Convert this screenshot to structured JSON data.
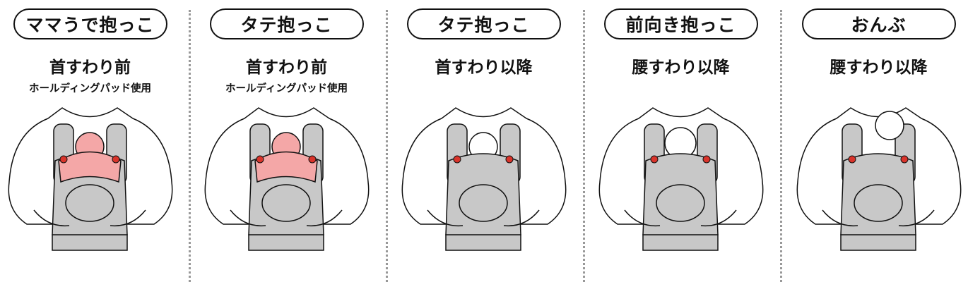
{
  "colors": {
    "carrier": "#c8c8c8",
    "accent": "#f4a7a7",
    "buckle": "#d9342b",
    "outline": "#111111"
  },
  "positions": [
    {
      "title": "ママうで抱っこ",
      "age": "首すわり前",
      "note": "ホールディングパッド使用",
      "accent": true
    },
    {
      "title": "タテ抱っこ",
      "age": "首すわり前",
      "note": "ホールディングパッド使用",
      "accent": true
    },
    {
      "title": "タテ抱っこ",
      "age": "首すわり以降",
      "note": null,
      "accent": false
    },
    {
      "title": "前向き抱っこ",
      "age": "腰すわり以降",
      "note": null,
      "accent": false
    },
    {
      "title": "おんぶ",
      "age": "腰すわり以降",
      "note": null,
      "accent": false
    }
  ]
}
